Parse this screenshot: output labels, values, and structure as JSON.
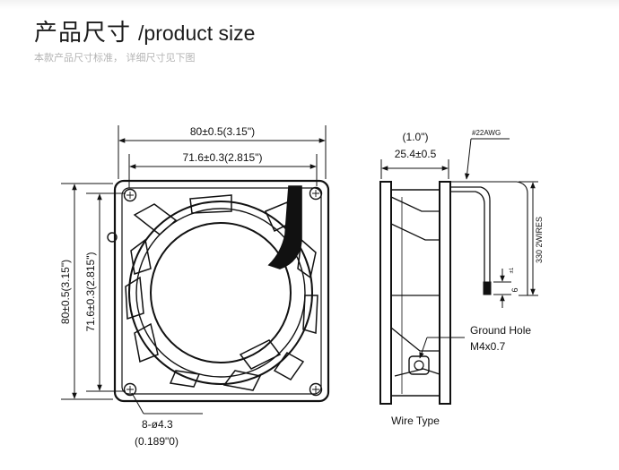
{
  "header": {
    "title_cn": "产品尺寸",
    "title_en": "/product size",
    "subtitle": "本款产品尺寸标准， 详细尺寸见下图"
  },
  "front_view": {
    "dim_outer_width": "80±0.5(3.15\")",
    "dim_hole_width": "71.6±0.3(2.815\")",
    "dim_outer_height": "80±0.5(3.15\")",
    "dim_hole_height": "71.6±0.3(2.815\")",
    "hole_spec_line1": "8-ø4.3",
    "hole_spec_line2": "(0.189\"0)"
  },
  "side_view": {
    "depth_inch": "(1.0\")",
    "depth_mm": "25.4±0.5",
    "wire_gauge": "#22AWG",
    "wire_length": "330 2WIRES",
    "strip_length": "6",
    "strip_tolerance": "±1",
    "ground_hole_line1": "Ground Hole",
    "ground_hole_line2": "M4x0.7",
    "wire_type_label": "Wire Type"
  }
}
